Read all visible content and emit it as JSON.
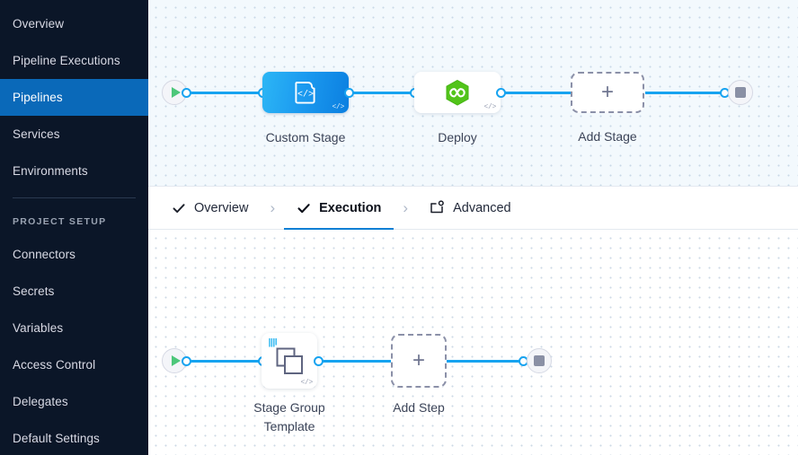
{
  "sidebar": {
    "items": [
      {
        "label": "Overview",
        "active": false
      },
      {
        "label": "Pipeline Executions",
        "active": false
      },
      {
        "label": "Pipelines",
        "active": true
      },
      {
        "label": "Services",
        "active": false
      },
      {
        "label": "Environments",
        "active": false
      }
    ],
    "section_title": "PROJECT SETUP",
    "setup_items": [
      {
        "label": "Connectors"
      },
      {
        "label": "Secrets"
      },
      {
        "label": "Variables"
      },
      {
        "label": "Access Control"
      },
      {
        "label": "Delegates"
      },
      {
        "label": "Default Settings"
      }
    ],
    "colors": {
      "background": "#0b1628",
      "active_background": "#0a69b9",
      "text": "#d9dae5"
    }
  },
  "tabs": {
    "items": [
      {
        "label": "Overview",
        "icon": "check-icon",
        "active": false
      },
      {
        "label": "Execution",
        "icon": "check-icon",
        "active": true
      },
      {
        "label": "Advanced",
        "icon": "advanced-settings-icon",
        "active": false
      }
    ],
    "separator": "›",
    "active_color": "#0b7fd4"
  },
  "stage_canvas": {
    "start_node": {
      "icon": "play-icon",
      "color": "#4dc77a"
    },
    "end_node": {
      "icon": "stop-icon",
      "color": "#8a90a5"
    },
    "stages": [
      {
        "label": "Custom Stage",
        "icon": "custom-stage-icon",
        "type": "custom",
        "code_badge": "</>",
        "accent": "#1c9bf0"
      },
      {
        "label": "Deploy",
        "icon": "harness-cd-hexagon-icon",
        "type": "deploy",
        "code_badge": "</>",
        "accent": "#4ec340"
      },
      {
        "label": "Add Stage",
        "icon": "plus-icon",
        "type": "add",
        "code_badge": ""
      }
    ]
  },
  "step_canvas": {
    "start_node": {
      "icon": "play-icon",
      "color": "#4dc77a"
    },
    "end_node": {
      "icon": "stop-icon",
      "color": "#8a90a5"
    },
    "steps": [
      {
        "label": "Stage Group\nTemplate",
        "icon": "stacked-squares-icon",
        "type": "template",
        "code_badge": "</>",
        "marker": "template-ribbon-icon"
      },
      {
        "label": "Add Step",
        "icon": "plus-icon",
        "type": "add",
        "code_badge": ""
      }
    ]
  },
  "glyphs": {
    "plus": "+"
  }
}
